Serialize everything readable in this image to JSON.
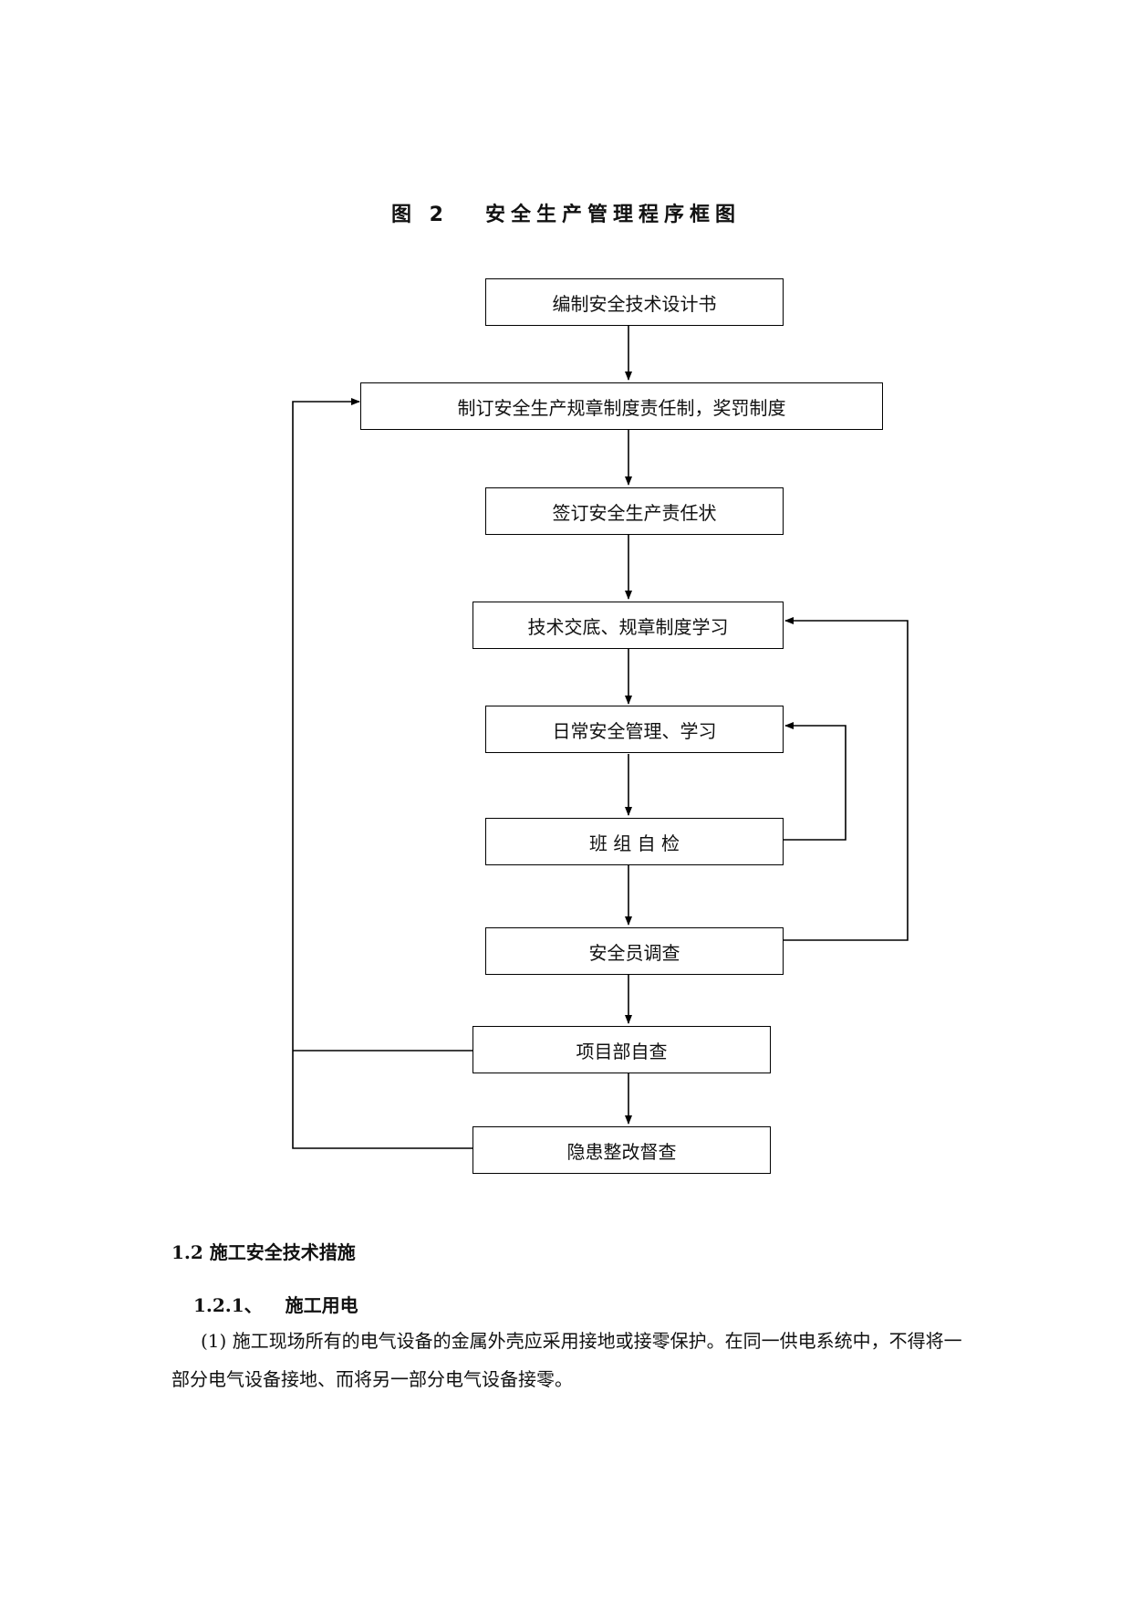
{
  "figure": {
    "number": "图 2",
    "title": "安全生产管理程序框图",
    "steps": [
      {
        "id": "s1",
        "label": "编制安全技术设计书"
      },
      {
        "id": "s2",
        "label": "制订安全生产规章制度责任制，奖罚制度"
      },
      {
        "id": "s3",
        "label": "签订安全生产责任状"
      },
      {
        "id": "s4",
        "label": "技术交底、规章制度学习"
      },
      {
        "id": "s5",
        "label": "日常安全管理、学习"
      },
      {
        "id": "s6",
        "label": "班 组 自 检"
      },
      {
        "id": "s7",
        "label": "安全员调查"
      },
      {
        "id": "s8",
        "label": "项目部自查"
      },
      {
        "id": "s9",
        "label": "隐患整改督查"
      }
    ]
  },
  "section": {
    "number_title": "1.2 施工安全技术措施",
    "subsection": {
      "number": "1.2.1、",
      "title": "施工用电"
    },
    "paragraph": "(1) 施工现场所有的电气设备的金属外壳应采用接地或接零保护。在同一供电系统中，不得将一部分电气设备接地、而将另一部分电气设备接零。"
  }
}
